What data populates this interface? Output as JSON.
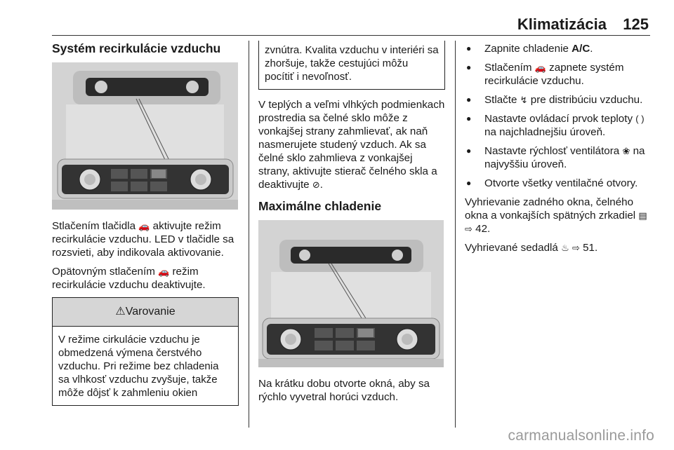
{
  "header": {
    "title": "Klimatizácia",
    "page_number": "125"
  },
  "left": {
    "heading": "Systém recirkulácie vzduchu",
    "p1_pre": "Stlačením tlačidla ",
    "p1_post": " aktivujte režim recirkulácie vzduchu. LED v tlačidle sa rozsvieti, aby indikovala aktivovanie.",
    "p2_pre": "Opätovným stlačením ",
    "p2_post": " režim recirkulácie vzduchu deaktivujte.",
    "warning_title": "Varovanie",
    "warning_text": "V režime cirkulácie vzduchu je obmedzená výmena čerstvého vzduchu. Pri režime bez chladenia sa vlhkosť vzduchu zvyšuje, takže môže dôjsť k zahmleniu okien"
  },
  "middle": {
    "warning_cont": "zvnútra. Kvalita vzduchu v interiéri sa zhoršuje, takže cestujúci môžu pocítiť i nevoľnosť.",
    "p1_pre": "V teplých a veľmi vlhkých podmienkach prostredia sa čelné sklo môže z vonkajšej strany zahmlievať, ak naň nasmerujete studený vzduch. Ak sa čelné sklo zahmlieva z vonkajšej strany, aktivujte stierač čelného skla a deaktivujte ",
    "p1_post": ".",
    "heading": "Maximálne chladenie",
    "caption": "Na krátku dobu otvorte okná, aby sa rýchlo vyvetral horúci vzduch."
  },
  "right": {
    "b1_pre": "Zapnite chladenie ",
    "b1_bold": "A/C",
    "b1_post": ".",
    "b2_pre": "Stlačením ",
    "b2_post": " zapnete systém recirkulácie vzduchu.",
    "b3_pre": "Stlačte ",
    "b3_post": " pre distribúciu vzduchu.",
    "b4_pre": "Nastavte ovládací prvok teploty ",
    "b4_post": " na najchladnejšiu úroveň.",
    "b5_pre": "Nastavte rýchlosť ventilátora ",
    "b5_post": " na najvyššiu úroveň.",
    "b6": "Otvorte všetky ventilačné otvory.",
    "p1_pre": "Vyhrievanie zadného okna, čelného okna a vonkajších spätných zrkadiel ",
    "p1_ref": "42.",
    "p2_pre": "Vyhrievané sedadlá ",
    "p2_ref": "51."
  },
  "icons": {
    "recirc": "🚗",
    "vent_distribution": "↯",
    "windscreen_off": "⊘",
    "temp_control": "( )",
    "fan": "❀",
    "page_ref": "⇨",
    "rear_heat": "▤",
    "seat_heat": "♨"
  },
  "footer": {
    "watermark": "carmanualsonline.info"
  }
}
